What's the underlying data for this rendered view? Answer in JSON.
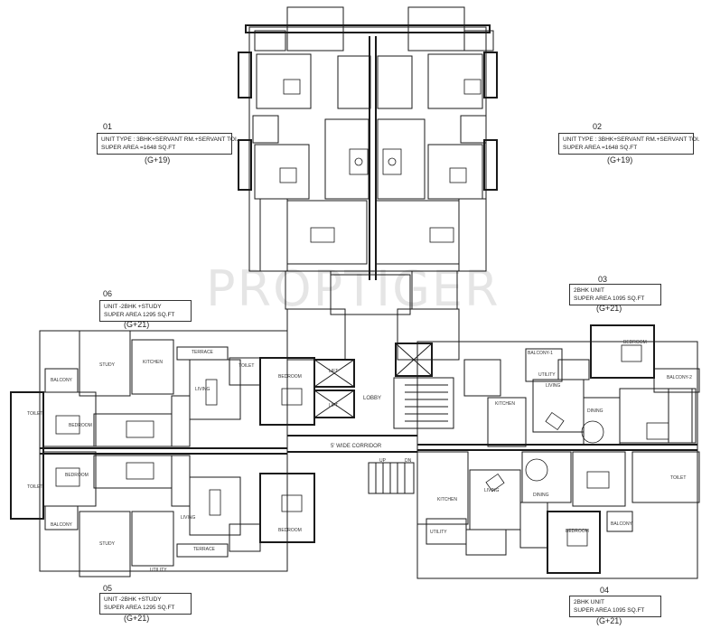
{
  "watermark": "PROPTIGER",
  "units": [
    {
      "num": "01",
      "line1": "UNIT TYPE : 3BHK+SERVANT RM.+SERVANT TOI.",
      "line2": "SUPER AREA =1648 SQ.FT",
      "tower": "(G+19)"
    },
    {
      "num": "02",
      "line1": "UNIT TYPE : 3BHK+SERVANT RM.+SERVANT TOI.",
      "line2": "SUPER AREA =1648 SQ.FT",
      "tower": "(G+19)"
    },
    {
      "num": "03",
      "line1": "2BHK UNIT",
      "line2": "SUPER AREA 1095 SQ.FT",
      "tower": "(G+21)"
    },
    {
      "num": "04",
      "line1": "2BHK UNIT",
      "line2": "SUPER AREA 1095 SQ.FT",
      "tower": "(G+21)"
    },
    {
      "num": "05",
      "line1": "UNIT -2BHK +STUDY",
      "line2": "SUPER AREA 1295 SQ.FT",
      "tower": "(G+21)"
    },
    {
      "num": "06",
      "line1": "UNIT -2BHK +STUDY",
      "line2": "SUPER AREA 1295 SQ.FT",
      "tower": "(G+21)"
    }
  ],
  "rooms": {
    "lobby": "LOBBY",
    "corridor": "5' WIDE CORRIDOR",
    "terrace_a": "TERRACE",
    "terrace_b": "TERRACE",
    "balcony_a": "BALCONY",
    "balcony_b": "BALCONY",
    "balcony_c": "BALCONY",
    "balcony1": "BALCONY-1",
    "balcony2": "BALCONY-2",
    "study_a": "STUDY",
    "study_b": "STUDY",
    "kitchen_a": "KITCHEN",
    "kitchen_b": "KITCHEN",
    "kitchen_c": "KITCHEN",
    "living_a": "LIVING",
    "living_b": "LIVING",
    "living_c": "LIVING",
    "living_d": "LIVING",
    "dining_a": "DINING",
    "dining_b": "DINING",
    "bedroom_a": "BEDROOM",
    "bedroom_b": "BEDROOM",
    "bedroom_c": "BEDROOM",
    "bedroom_d": "BEDROOM",
    "bedroom_e": "BEDROOM",
    "bedroom_f": "BEDROOM",
    "toilet_a": "TOILET",
    "toilet_b": "TOILET",
    "toilet_c": "TOILET",
    "toilet_d": "TOILET",
    "utility_a": "UTILITY",
    "utility_b": "UTILITY",
    "utility_c": "UTILITY",
    "lift_a": "LIFT",
    "lift_b": "LIFT",
    "up": "UP",
    "dn": "DN"
  }
}
